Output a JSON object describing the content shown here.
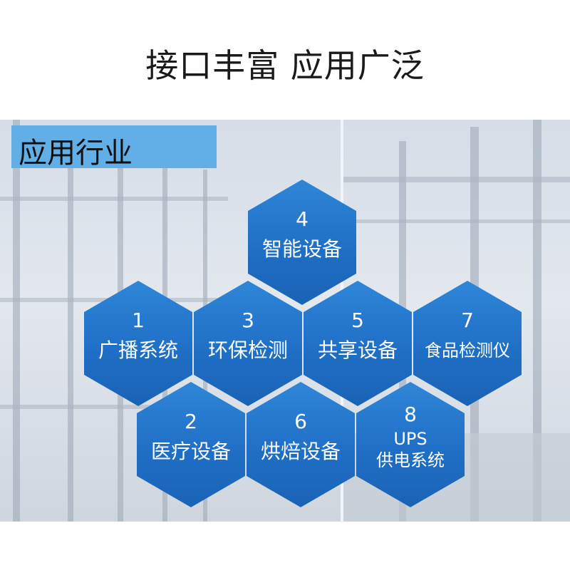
{
  "headline": "接口丰富  应用广泛",
  "banner": "应用行业",
  "items": [
    {
      "num": "4",
      "label": "智能设备"
    },
    {
      "num": "1",
      "label": "广播系统"
    },
    {
      "num": "3",
      "label": "环保检测"
    },
    {
      "num": "5",
      "label": "共享设备"
    },
    {
      "num": "7",
      "label": "食品检测仪"
    },
    {
      "num": "2",
      "label": "医疗设备"
    },
    {
      "num": "6",
      "label": "烘焙设备"
    },
    {
      "num": "8",
      "label": "UPS",
      "label2": "供电系统"
    }
  ],
  "colors": {
    "hex": "#1f6fc6",
    "banner": "#62aee6"
  }
}
